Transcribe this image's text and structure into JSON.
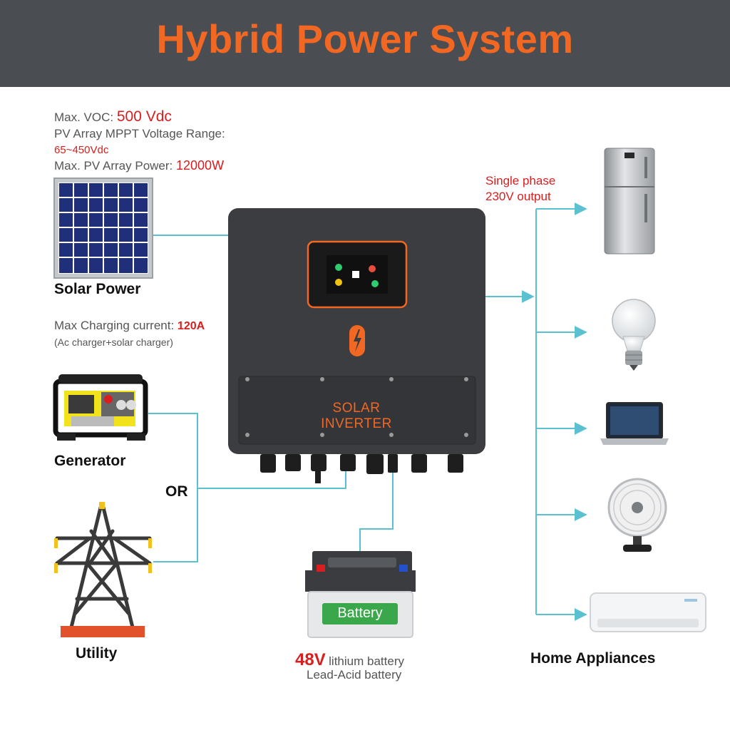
{
  "title": "Hybrid Power System",
  "pv_specs": {
    "voc_label": "Max. VOC:",
    "voc_value": "500 Vdc",
    "mppt_label": "PV Array MPPT Voltage Range:",
    "mppt_value": "65~450Vdc",
    "power_label": "Max. PV Array Power:",
    "power_value": "12000W"
  },
  "solar_label": "Solar Power",
  "charging": {
    "label": "Max Charging current:",
    "value": "120A",
    "note": "(Ac charger+solar charger)"
  },
  "generator_label": "Generator",
  "or_label": "OR",
  "utility_label": "Utility",
  "inverter": {
    "name": "SOLAR INVERTER"
  },
  "battery": {
    "label": "Battery",
    "voltage": "48V",
    "type1": "lithium battery",
    "type2": "Lead-Acid battery"
  },
  "output": {
    "line1": "Single phase",
    "line2": "230V output"
  },
  "appliances_label": "Home Appliances",
  "colors": {
    "header_bg": "#4a4d52",
    "title": "#f26722",
    "accent_red": "#d81e1e",
    "line": "#5bc0cf",
    "inverter_body": "#3b3d40"
  }
}
